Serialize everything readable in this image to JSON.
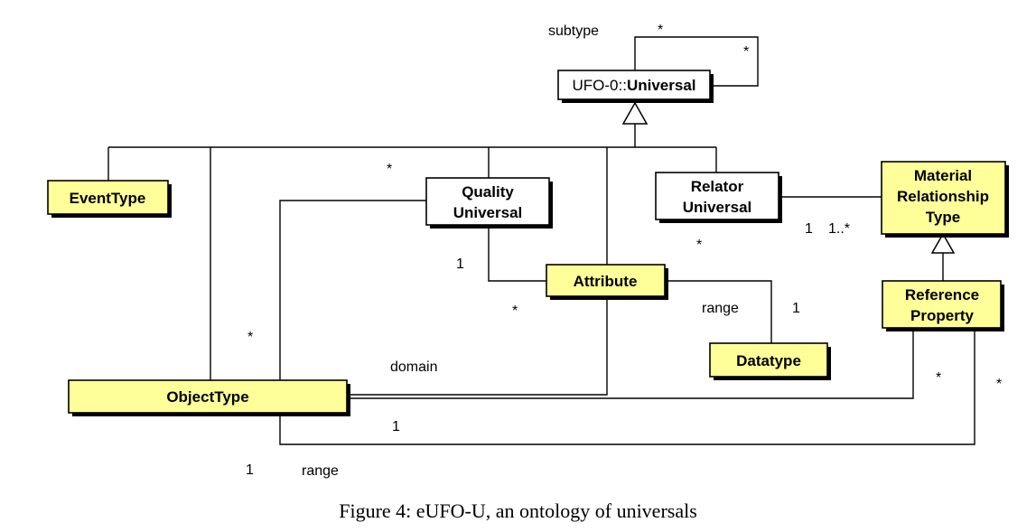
{
  "diagram": {
    "classes": {
      "universal": {
        "prefix": "UFO-0::",
        "name": "Universal"
      },
      "event_type": "EventType",
      "quality_universal": [
        "Quality",
        "Universal"
      ],
      "relator_universal": [
        "Relator",
        "Universal"
      ],
      "material_relationship_type": [
        "Material",
        "Relationship",
        "Type"
      ],
      "attribute": "Attribute",
      "reference_property": [
        "Reference",
        "Property"
      ],
      "datatype": "Datatype",
      "object_type": "ObjectType"
    },
    "labels": {
      "subtype": "subtype",
      "subtype_mult_top": "*",
      "subtype_mult_right": "*",
      "qu_star": "*",
      "qu_attr_one": "1",
      "attr_qu_star": "*",
      "ot_star": "*",
      "domain": "domain",
      "relator_one": "1",
      "relator_many": "1..*",
      "attr_star": "*",
      "range_attr": "range",
      "datatype_one": "1",
      "ref_star_a": "*",
      "ref_star_b": "*",
      "ot_one": "1",
      "bottom_one": "1",
      "range_bottom": "range"
    }
  },
  "caption": "Figure 4: eUFO-U, an ontology of universals"
}
